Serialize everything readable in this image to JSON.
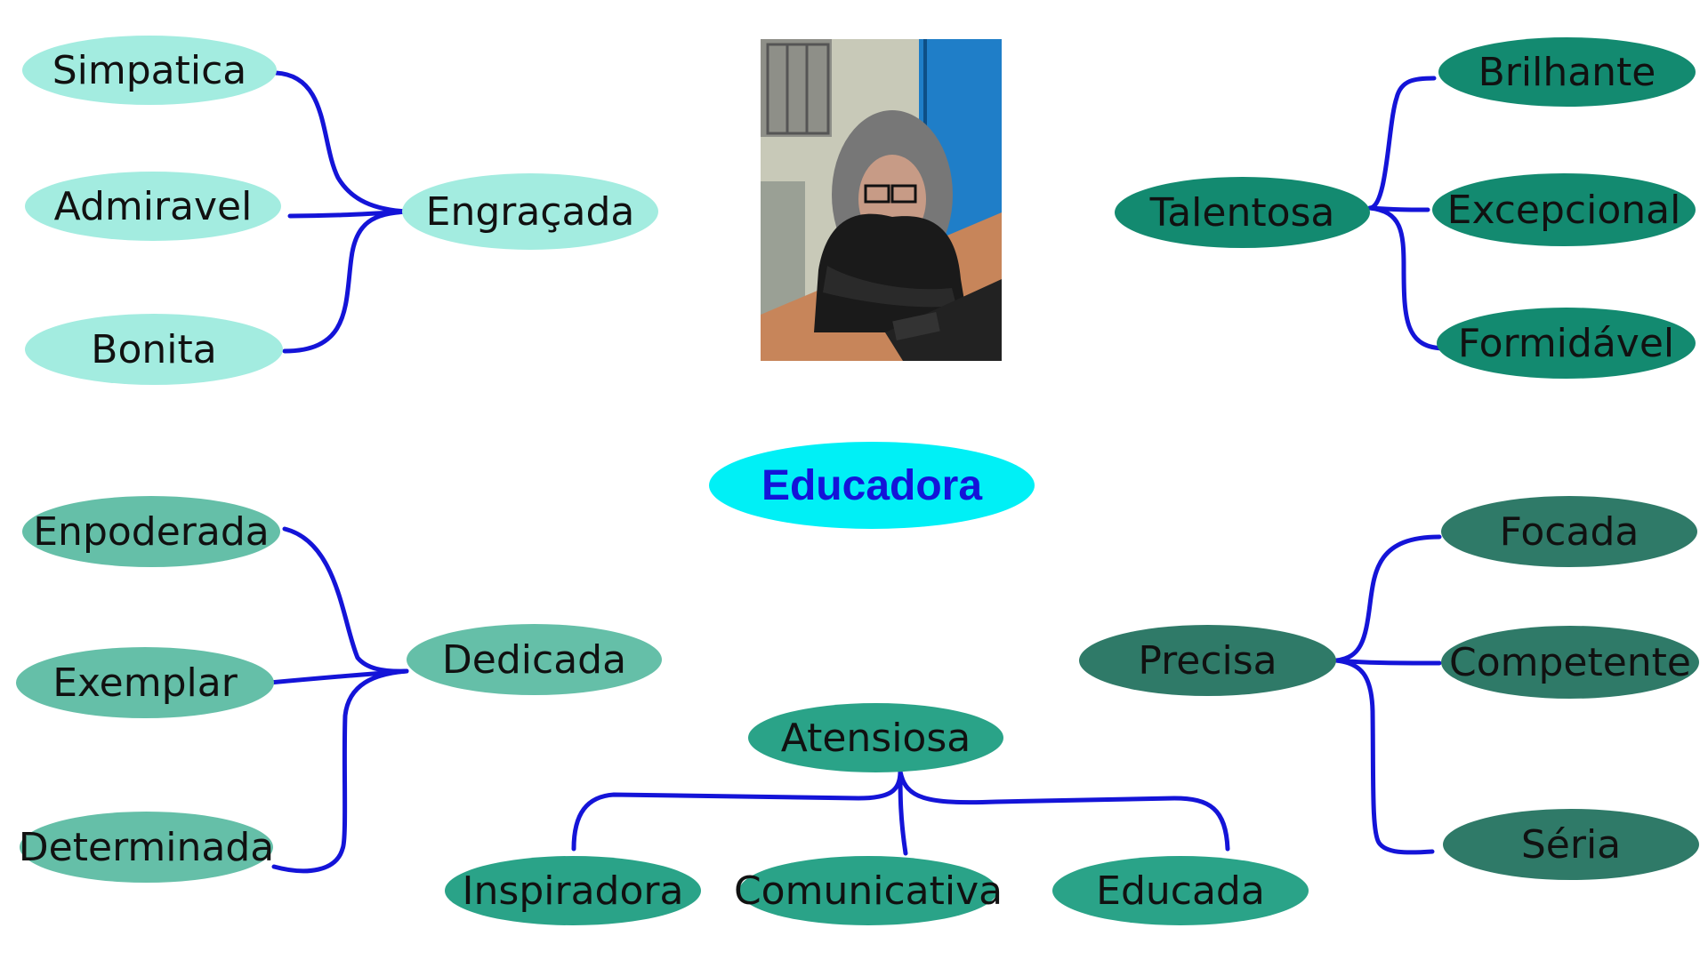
{
  "diagram": {
    "central": "Educadora",
    "groups": [
      {
        "hub": "Engraçada",
        "leaves": [
          "Simpatica",
          "Admiravel",
          "Bonita"
        ]
      },
      {
        "hub": "Talentosa",
        "leaves": [
          "Brilhante",
          "Excepcional",
          "Formidável"
        ]
      },
      {
        "hub": "Dedicada",
        "leaves": [
          "Enpoderada",
          "Exemplar",
          "Determinada"
        ]
      },
      {
        "hub": "Precisa",
        "leaves": [
          "Focada",
          "Competente",
          "Séria"
        ]
      },
      {
        "hub": "Atensiosa",
        "leaves": [
          "Inspiradora",
          "Comunicativa",
          "Educada"
        ]
      }
    ]
  },
  "colors": {
    "connector": "#1414d8",
    "light_node": "#a3ece0",
    "teal_node": "#138a70",
    "mid_node": "#65bfa8",
    "dark_node": "#2f7a68",
    "green_node": "#2aa388",
    "central_node": "#00f0f6",
    "central_text": "#1414d8"
  },
  "photo": {
    "icon": "portrait-photo"
  }
}
